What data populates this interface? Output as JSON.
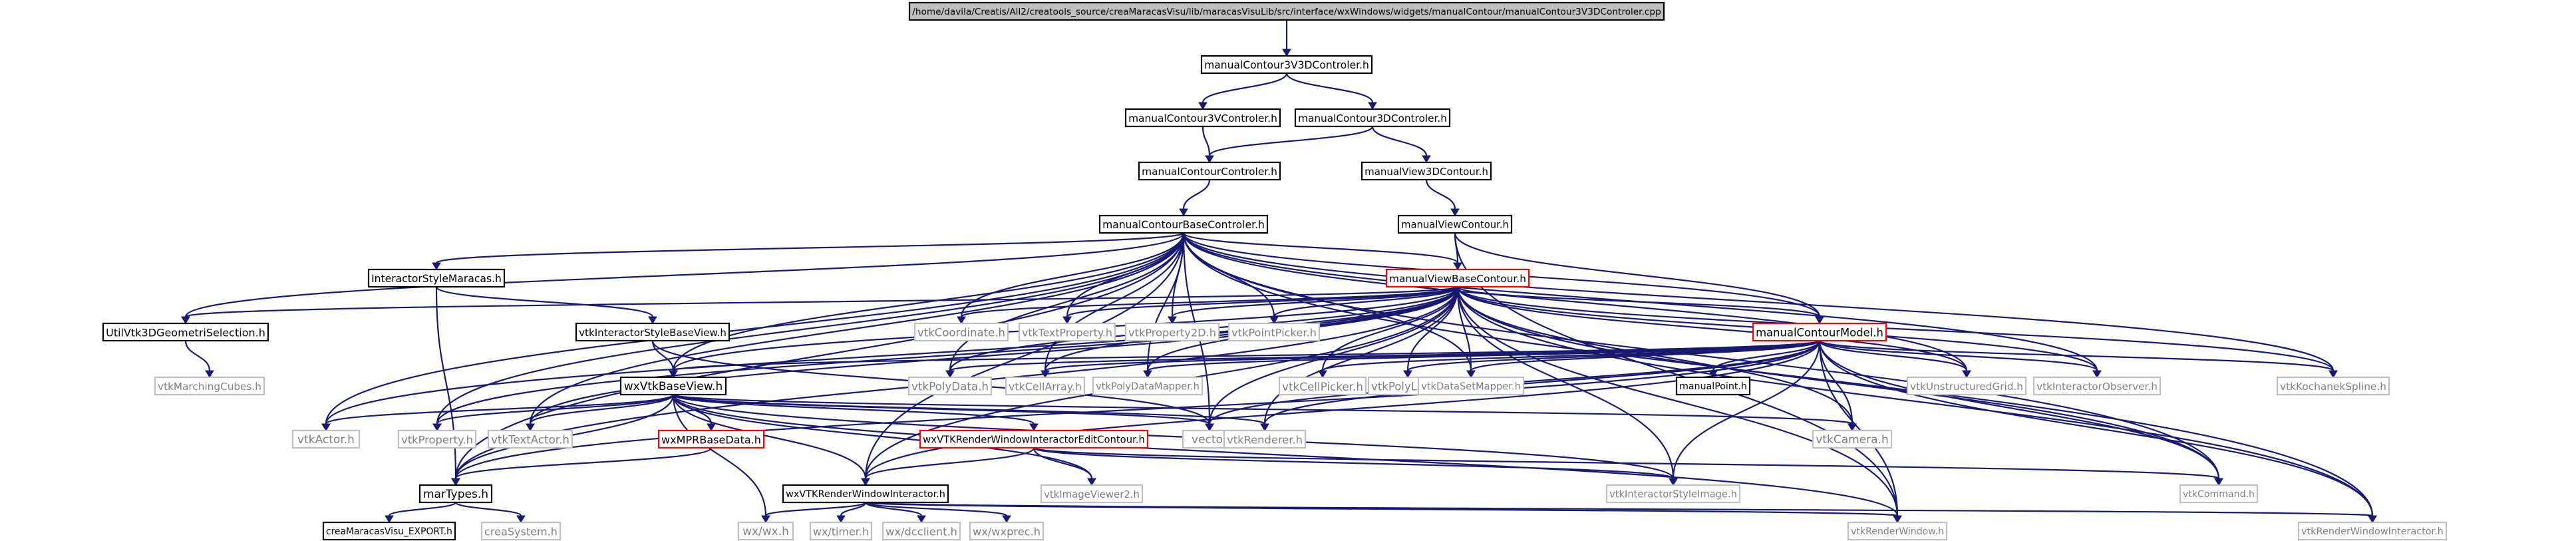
{
  "diagram": {
    "type": "include-dependency-graph",
    "colors": {
      "edge": "#191970",
      "root_fill": "#bfbfbf",
      "root_border": "#000000",
      "documented_border": "#000000",
      "undocumented_border": "#bfbfbf",
      "undocumented_text": "#7f7f7f",
      "incomplete_border": "#ff0000"
    },
    "nodes": [
      {
        "id": "n0",
        "label": "/home/davila/Creatis/All2/creatools_source/creaMaracasVisu/lib/maracasVisuLib/src/interface/wxWindows/widgets/manualContour/manualContour3V3DControler.cpp",
        "kind": "root"
      },
      {
        "id": "n1",
        "label": "manualContour3V3DControler.h",
        "kind": "documented"
      },
      {
        "id": "n2",
        "label": "manualContour3VControler.h",
        "kind": "documented"
      },
      {
        "id": "n3",
        "label": "manualContour3DControler.h",
        "kind": "documented"
      },
      {
        "id": "n4",
        "label": "manualContourControler.h",
        "kind": "documented"
      },
      {
        "id": "n5",
        "label": "manualView3DContour.h",
        "kind": "documented"
      },
      {
        "id": "n6",
        "label": "manualContourBaseControler.h",
        "kind": "documented"
      },
      {
        "id": "n7",
        "label": "manualViewContour.h",
        "kind": "documented"
      },
      {
        "id": "n8",
        "label": "InteractorStyleMaracas.h",
        "kind": "documented"
      },
      {
        "id": "n9",
        "label": "manualViewBaseContour.h",
        "kind": "incomplete"
      },
      {
        "id": "n10",
        "label": "UtilVtk3DGeometriSelection.h",
        "kind": "documented"
      },
      {
        "id": "n11",
        "label": "vtkInteractorStyleBaseView.h",
        "kind": "documented"
      },
      {
        "id": "n12",
        "label": "vtkCoordinate.h",
        "kind": "undocumented"
      },
      {
        "id": "n13",
        "label": "vtkTextProperty.h",
        "kind": "undocumented"
      },
      {
        "id": "n14",
        "label": "vtkProperty2D.h",
        "kind": "undocumented"
      },
      {
        "id": "n15",
        "label": "vtkPointPicker.h",
        "kind": "undocumented"
      },
      {
        "id": "n16",
        "label": "manualContourModel.h",
        "kind": "incomplete"
      },
      {
        "id": "n17",
        "label": "vtkMarchingCubes.h",
        "kind": "undocumented"
      },
      {
        "id": "n18",
        "label": "wxVtkBaseView.h",
        "kind": "documented"
      },
      {
        "id": "n19",
        "label": "vtkPolyData.h",
        "kind": "undocumented"
      },
      {
        "id": "n20",
        "label": "vtkCellArray.h",
        "kind": "undocumented"
      },
      {
        "id": "n21",
        "label": "vtkPolyDataMapper.h",
        "kind": "undocumented"
      },
      {
        "id": "n22",
        "label": "vtkCellPicker.h",
        "kind": "undocumented"
      },
      {
        "id": "n23",
        "label": "vtkPolyLine.h",
        "kind": "undocumented"
      },
      {
        "id": "n24",
        "label": "vtkDataSetMapper.h",
        "kind": "undocumented"
      },
      {
        "id": "n25",
        "label": "manualPoint.h",
        "kind": "documented"
      },
      {
        "id": "n26",
        "label": "vtkUnstructuredGrid.h",
        "kind": "undocumented"
      },
      {
        "id": "n27",
        "label": "vtkInteractorObserver.h",
        "kind": "undocumented"
      },
      {
        "id": "n28",
        "label": "vtkKochanekSpline.h",
        "kind": "undocumented"
      },
      {
        "id": "n29",
        "label": "vtkActor.h",
        "kind": "undocumented"
      },
      {
        "id": "n30",
        "label": "vtkProperty.h",
        "kind": "undocumented"
      },
      {
        "id": "n31",
        "label": "vtkTextActor.h",
        "kind": "undocumented"
      },
      {
        "id": "n32",
        "label": "wxMPRBaseData.h",
        "kind": "incomplete"
      },
      {
        "id": "n33",
        "label": "wxVTKRenderWindowInteractorEditContour.h",
        "kind": "incomplete"
      },
      {
        "id": "n34",
        "label": "vector",
        "kind": "undocumented"
      },
      {
        "id": "n35",
        "label": "vtkRenderer.h",
        "kind": "undocumented"
      },
      {
        "id": "n36",
        "label": "vtkCamera.h",
        "kind": "undocumented"
      },
      {
        "id": "n37",
        "label": "marTypes.h",
        "kind": "documented"
      },
      {
        "id": "n38",
        "label": "wxVTKRenderWindowInteractor.h",
        "kind": "documented"
      },
      {
        "id": "n39",
        "label": "vtkImageViewer2.h",
        "kind": "undocumented"
      },
      {
        "id": "n40",
        "label": "vtkInteractorStyleImage.h",
        "kind": "undocumented"
      },
      {
        "id": "n41",
        "label": "vtkCommand.h",
        "kind": "undocumented"
      },
      {
        "id": "n42",
        "label": "creaMaracasVisu_EXPORT.h",
        "kind": "documented"
      },
      {
        "id": "n43",
        "label": "creaSystem.h",
        "kind": "undocumented"
      },
      {
        "id": "n44",
        "label": "wx/wx.h",
        "kind": "undocumented"
      },
      {
        "id": "n45",
        "label": "wx/timer.h",
        "kind": "undocumented"
      },
      {
        "id": "n46",
        "label": "wx/dcclient.h",
        "kind": "undocumented"
      },
      {
        "id": "n47",
        "label": "wx/wxprec.h",
        "kind": "undocumented"
      },
      {
        "id": "n48",
        "label": "vtkRenderWindow.h",
        "kind": "undocumented"
      },
      {
        "id": "n49",
        "label": "vtkRenderWindowInteractor.h",
        "kind": "undocumented"
      }
    ],
    "edges": [
      [
        "n0",
        "n1"
      ],
      [
        "n1",
        "n2"
      ],
      [
        "n1",
        "n3"
      ],
      [
        "n2",
        "n4"
      ],
      [
        "n3",
        "n4"
      ],
      [
        "n3",
        "n5"
      ],
      [
        "n4",
        "n6"
      ],
      [
        "n5",
        "n7"
      ],
      [
        "n7",
        "n9"
      ],
      [
        "n7",
        "n16"
      ],
      [
        "n7",
        "n48"
      ],
      [
        "n6",
        "n8"
      ],
      [
        "n6",
        "n9"
      ],
      [
        "n6",
        "n10"
      ],
      [
        "n6",
        "n12"
      ],
      [
        "n6",
        "n13"
      ],
      [
        "n6",
        "n14"
      ],
      [
        "n6",
        "n15"
      ],
      [
        "n6",
        "n16"
      ],
      [
        "n6",
        "n18"
      ],
      [
        "n6",
        "n19"
      ],
      [
        "n6",
        "n20"
      ],
      [
        "n6",
        "n21"
      ],
      [
        "n6",
        "n24"
      ],
      [
        "n6",
        "n26"
      ],
      [
        "n6",
        "n27"
      ],
      [
        "n6",
        "n28"
      ],
      [
        "n6",
        "n29"
      ],
      [
        "n6",
        "n30"
      ],
      [
        "n6",
        "n31"
      ],
      [
        "n6",
        "n34"
      ],
      [
        "n6",
        "n37"
      ],
      [
        "n6",
        "n38"
      ],
      [
        "n6",
        "n41"
      ],
      [
        "n6",
        "n49"
      ],
      [
        "n8",
        "n11"
      ],
      [
        "n8",
        "n37"
      ],
      [
        "n9",
        "n10"
      ],
      [
        "n9",
        "n12"
      ],
      [
        "n9",
        "n13"
      ],
      [
        "n9",
        "n14"
      ],
      [
        "n9",
        "n15"
      ],
      [
        "n9",
        "n16"
      ],
      [
        "n9",
        "n18"
      ],
      [
        "n9",
        "n19"
      ],
      [
        "n9",
        "n20"
      ],
      [
        "n9",
        "n21"
      ],
      [
        "n9",
        "n22"
      ],
      [
        "n9",
        "n23"
      ],
      [
        "n9",
        "n24"
      ],
      [
        "n9",
        "n26"
      ],
      [
        "n9",
        "n27"
      ],
      [
        "n9",
        "n28"
      ],
      [
        "n9",
        "n29"
      ],
      [
        "n9",
        "n30"
      ],
      [
        "n9",
        "n31"
      ],
      [
        "n9",
        "n34"
      ],
      [
        "n9",
        "n35"
      ],
      [
        "n9",
        "n36"
      ],
      [
        "n9",
        "n37"
      ],
      [
        "n9",
        "n38"
      ],
      [
        "n9",
        "n40"
      ],
      [
        "n9",
        "n41"
      ],
      [
        "n9",
        "n48"
      ],
      [
        "n9",
        "n49"
      ],
      [
        "n10",
        "n17"
      ],
      [
        "n11",
        "n18"
      ],
      [
        "n11",
        "n34"
      ],
      [
        "n16",
        "n18"
      ],
      [
        "n16",
        "n19"
      ],
      [
        "n16",
        "n20"
      ],
      [
        "n16",
        "n21"
      ],
      [
        "n16",
        "n22"
      ],
      [
        "n16",
        "n23"
      ],
      [
        "n16",
        "n24"
      ],
      [
        "n16",
        "n25"
      ],
      [
        "n16",
        "n26"
      ],
      [
        "n16",
        "n27"
      ],
      [
        "n16",
        "n28"
      ],
      [
        "n16",
        "n34"
      ],
      [
        "n16",
        "n35"
      ],
      [
        "n16",
        "n36"
      ],
      [
        "n16",
        "n37"
      ],
      [
        "n16",
        "n38"
      ],
      [
        "n16",
        "n40"
      ],
      [
        "n16",
        "n41"
      ],
      [
        "n16",
        "n48"
      ],
      [
        "n16",
        "n49"
      ],
      [
        "n18",
        "n29"
      ],
      [
        "n18",
        "n30"
      ],
      [
        "n18",
        "n31"
      ],
      [
        "n18",
        "n32"
      ],
      [
        "n18",
        "n33"
      ],
      [
        "n18",
        "n34"
      ],
      [
        "n18",
        "n35"
      ],
      [
        "n18",
        "n36"
      ],
      [
        "n18",
        "n37"
      ],
      [
        "n18",
        "n38"
      ],
      [
        "n18",
        "n39"
      ],
      [
        "n18",
        "n40"
      ],
      [
        "n18",
        "n44"
      ],
      [
        "n18",
        "n48"
      ],
      [
        "n32",
        "n37"
      ],
      [
        "n33",
        "n38"
      ],
      [
        "n33",
        "n39"
      ],
      [
        "n33",
        "n40"
      ],
      [
        "n33",
        "n41"
      ],
      [
        "n37",
        "n42"
      ],
      [
        "n37",
        "n43"
      ],
      [
        "n38",
        "n44"
      ],
      [
        "n38",
        "n45"
      ],
      [
        "n38",
        "n46"
      ],
      [
        "n38",
        "n47"
      ],
      [
        "n38",
        "n48"
      ],
      [
        "n38",
        "n49"
      ]
    ]
  }
}
